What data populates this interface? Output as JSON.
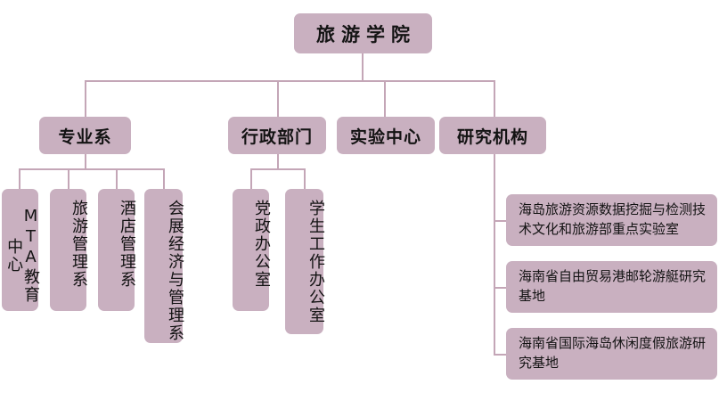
{
  "chart": {
    "type": "org-chart",
    "title": "旅游学院",
    "root": {
      "label": "旅游学院"
    },
    "level2": [
      {
        "label": "专业系"
      },
      {
        "label": "行政部门"
      },
      {
        "label": "实验中心"
      },
      {
        "label": "研究机构"
      }
    ],
    "departments": [
      {
        "label": "MTA教育中心"
      },
      {
        "label": "旅游管理系"
      },
      {
        "label": "酒店管理系"
      },
      {
        "label": "会展经济与管理系"
      }
    ],
    "offices": [
      {
        "label": "党政办公室"
      },
      {
        "label": "学生工作办公室"
      }
    ],
    "research_institutes": [
      {
        "label": "海岛旅游资源数据挖掘与检测技术文化和旅游部重点实验室"
      },
      {
        "label": "海南省自由贸易港邮轮游艇研究基地"
      },
      {
        "label": "海南省国际海岛休闲度假旅游研究基地"
      }
    ],
    "colors": {
      "box_fill": "#c9b0c0",
      "connector": "#c4a6b7",
      "text": "#131313",
      "background": "#ffffff"
    }
  }
}
